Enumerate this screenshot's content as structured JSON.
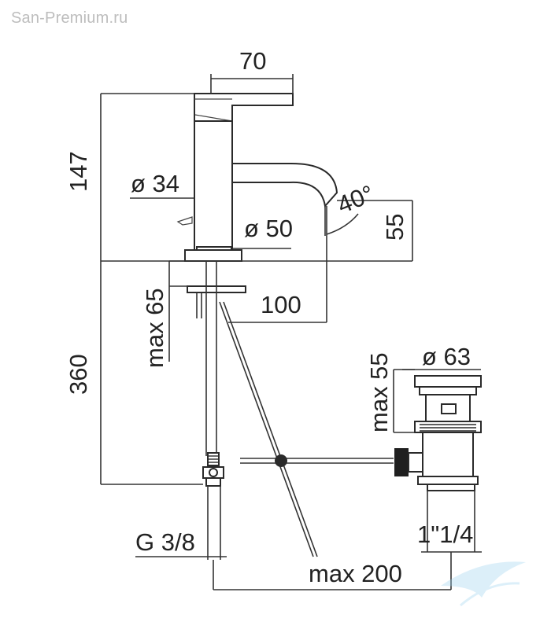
{
  "watermark": "San-Premium.ru",
  "dimensions": {
    "top_width": "70",
    "overall_height": "147",
    "body_diameter": "ø 34",
    "base_diameter": "ø 50",
    "spout_angle": "40°",
    "spout_height": "55",
    "deck_thickness": "max 65",
    "spout_reach": "100",
    "tail_length": "360",
    "waste_diameter": "ø 63",
    "waste_height": "max 55",
    "waste_thread": "1\"1/4",
    "inlet_thread": "G 3/8",
    "rod_length": "max 200"
  }
}
